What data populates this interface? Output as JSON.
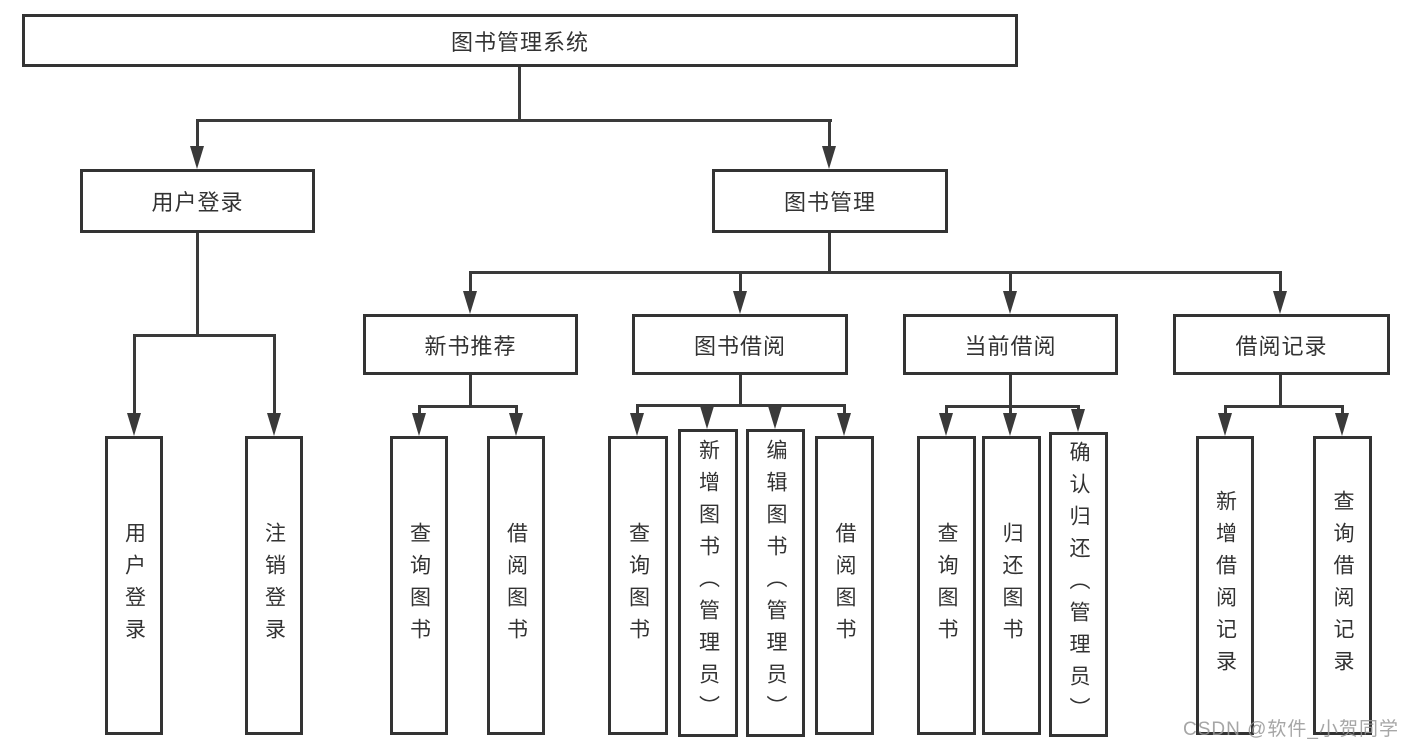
{
  "root": {
    "label": "图书管理系统"
  },
  "branches": {
    "user_login": {
      "label": "用户登录",
      "children": [
        {
          "label": "用户登录"
        },
        {
          "label": "注销登录"
        }
      ]
    },
    "book_management": {
      "label": "图书管理",
      "children": [
        {
          "label": "新书推荐",
          "children": [
            {
              "label": "查询图书"
            },
            {
              "label": "借阅图书"
            }
          ]
        },
        {
          "label": "图书借阅",
          "children": [
            {
              "label": "查询图书"
            },
            {
              "label": "新增图书（管理员）"
            },
            {
              "label": "编辑图书（管理员）"
            },
            {
              "label": "借阅图书"
            }
          ]
        },
        {
          "label": "当前借阅",
          "children": [
            {
              "label": "查询图书"
            },
            {
              "label": "归还图书"
            },
            {
              "label": "确认归还（管理员）"
            }
          ]
        },
        {
          "label": "借阅记录",
          "children": [
            {
              "label": "新增借阅记录"
            },
            {
              "label": "查询借阅记录"
            }
          ]
        }
      ]
    }
  },
  "watermark": "CSDN @软件_小贺同学",
  "colors": {
    "line": "#3a3a3a",
    "border": "#333333",
    "text": "#333333",
    "watermark": "#969696"
  }
}
